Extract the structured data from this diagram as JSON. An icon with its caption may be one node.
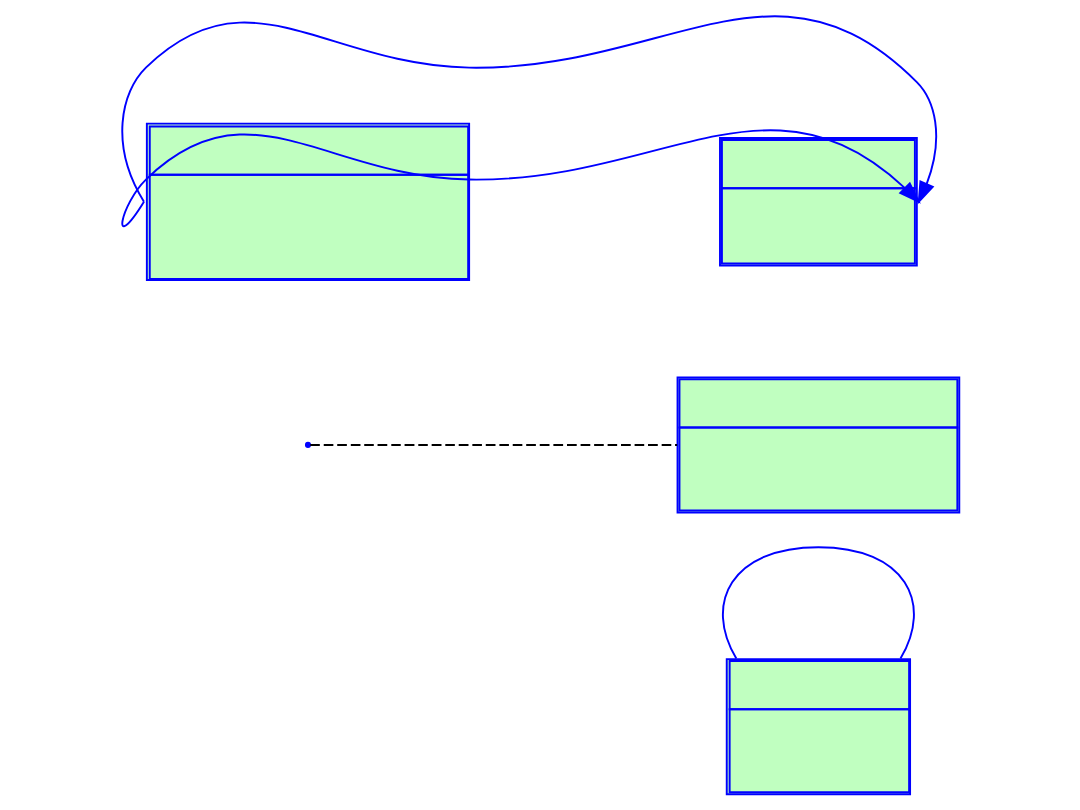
{
  "diagram": {
    "nodes": [
      {
        "text": [],
        "shape": "box"
      },
      {
        "text": [],
        "shape": "box"
      },
      {
        "text": [],
        "shape": "box"
      },
      {
        "text": [],
        "shape": "box"
      }
    ],
    "edges": [
      {
        "from": 0,
        "to": 0,
        "arrow": "none"
      },
      {
        "from": null,
        "to": 1,
        "arrow": "none",
        "style": "dashed",
        "color": "#000000"
      },
      {
        "from": 3,
        "to": 2,
        "arrow": "to"
      },
      {
        "from": 3,
        "to": 2,
        "arrow": "to"
      }
    ]
  }
}
